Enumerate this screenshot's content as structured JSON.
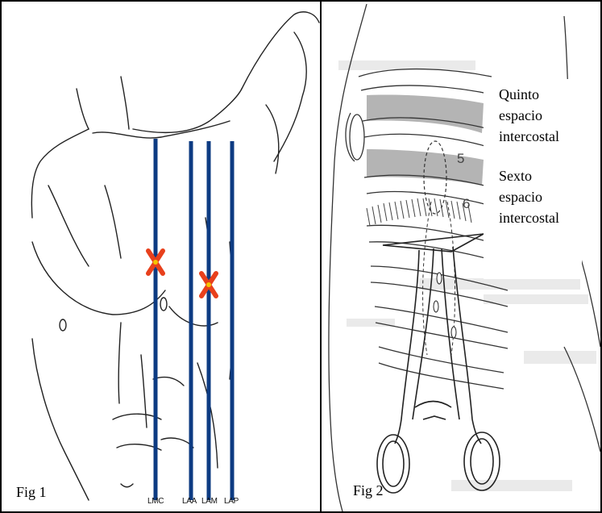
{
  "figure1": {
    "label": "Fig 1",
    "line_labels": [
      "LMC",
      "LAA",
      "LAM",
      "LAP"
    ],
    "line_color": "#0d3b82",
    "marker_color": "#e8401c"
  },
  "figure2": {
    "label": "Fig 2",
    "annotation_top": [
      "Quinto",
      "espacio",
      "intercostal"
    ],
    "annotation_bottom": [
      "Sexto",
      "espacio",
      "intercostal"
    ],
    "rib_numbers": [
      "5",
      "6"
    ],
    "shade_color": "#b4b4b4"
  }
}
